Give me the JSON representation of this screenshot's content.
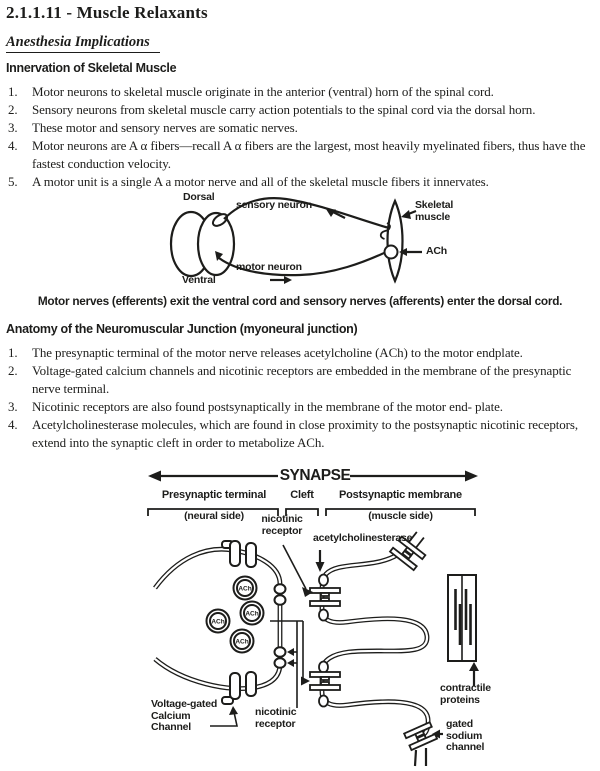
{
  "colors": {
    "ink": "#1d1d1b",
    "paper": "#ffffff"
  },
  "page": {
    "title": "2.1.1.11 - Muscle Relaxants",
    "subtitle": "Anesthesia Implications"
  },
  "innervation": {
    "heading": "Innervation of Skeletal Muscle",
    "items": [
      "Motor neurons to skeletal muscle originate in the anterior (ventral) horn of the spinal cord.",
      "Sensory neurons from skeletal muscle carry action potentials to the spinal cord via the dorsal horn.",
      "These motor and sensory nerves are somatic nerves.",
      "Motor neurons are A α fibers—recall A α fibers are the largest, most heavily myelinated fibers, thus have the fastest conduction velocity.",
      "A motor unit is a single A a motor nerve and all of the skeletal muscle fibers it innervates."
    ]
  },
  "cord_diagram": {
    "dorsal": "Dorsal",
    "ventral": "Ventral",
    "sensory_neuron": "sensory neuron",
    "motor_neuron": "motor neuron",
    "skeletal_muscle": "Skeletal\nmuscle",
    "ach": "ACh",
    "caption": "Motor nerves (efferents) exit the ventral cord and sensory nerves (afferents) enter the dorsal cord."
  },
  "anatomy": {
    "heading": "Anatomy of the Neuromuscular Junction (myoneural junction)",
    "items": [
      "The presynaptic terminal of the motor nerve releases acetylcholine (ACh) to the motor endplate.",
      "Voltage-gated calcium channels and nicotinic receptors are embedded in the membrane of the presynaptic nerve terminal.",
      "Nicotinic receptors are also found postsynaptically in the membrane of the motor end- plate.",
      "Acetylcholinesterase molecules, which are found in close proximity to the postsynaptic nicotinic receptors, extend into the synaptic cleft in order to metabolize ACh."
    ]
  },
  "synapse_diagram": {
    "title": "SYNAPSE",
    "presynaptic": "Presynaptic terminal",
    "neural_side": "(neural side)",
    "cleft": "Cleft",
    "postsynaptic": "Postsynaptic membrane",
    "muscle_side": "(muscle side)",
    "nicotinic_receptor_top": "nicotinic\nreceptor",
    "acetylcholinesterase": "acetylcholinesterase",
    "ach": "ACh",
    "voltage_gated": "Voltage-gated\nCalcium\nChannel",
    "nicotinic_receptor_bottom": "nicotinic\nreceptor",
    "contractile_proteins": "contractile\nproteins",
    "gated_sodium_channel": "gated\nsodium\nchannel"
  }
}
